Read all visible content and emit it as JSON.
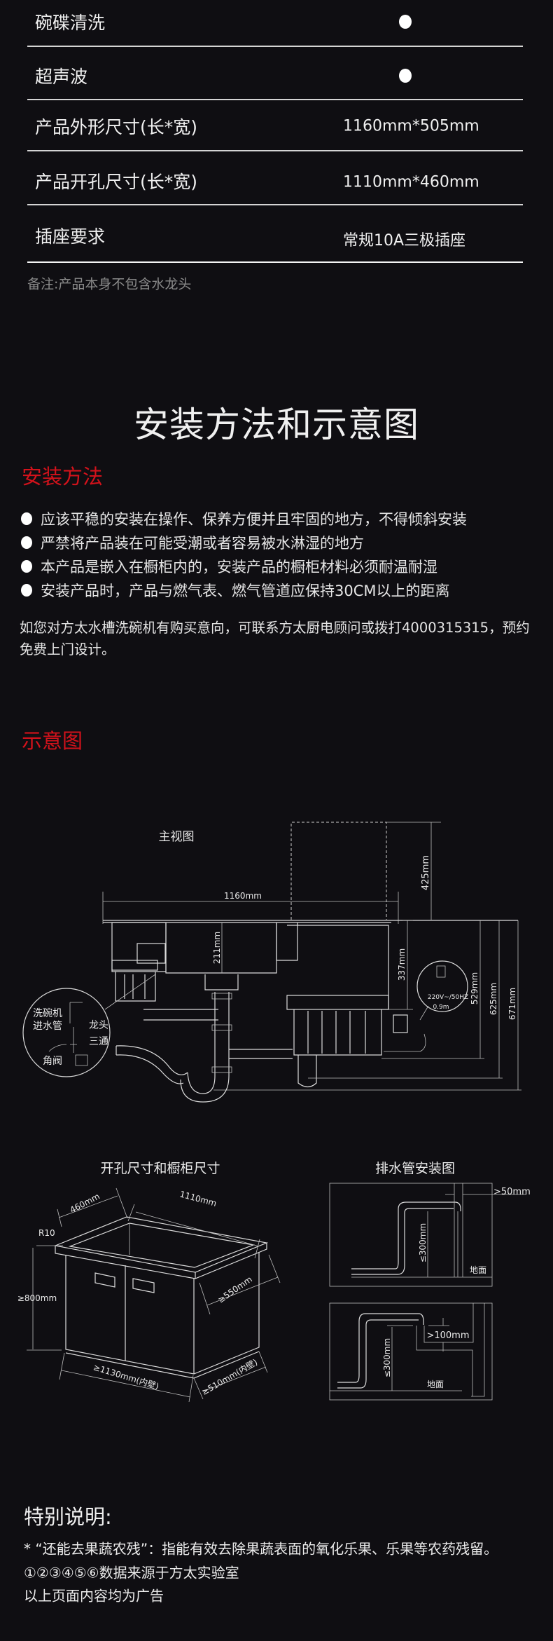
{
  "spec_table": {
    "rows": [
      {
        "label": "碗碟清洗",
        "value": "●"
      },
      {
        "label": "超声波",
        "value": "●"
      },
      {
        "label": "产品外形尺寸(长*宽)",
        "value": "1160mm*505mm"
      },
      {
        "label": "产品开孔尺寸(长*宽)",
        "value": "1110mm*460mm"
      },
      {
        "label": "插座要求",
        "value": "常规10A三极插座"
      }
    ],
    "note": "备注:产品本身不包含水龙头"
  },
  "install": {
    "title": "安装方法和示意图",
    "method_heading": "安装方法",
    "bullets": [
      "应该平稳的安装在操作、保养方便并且牢固的地方，不得倾斜安装",
      "严禁将产品装在可能受潮或者容易被水淋湿的地方",
      "本产品是嵌入在橱柜内的，安装产品的橱柜材料必须耐温耐湿",
      "安装产品时，产品与燃气表、燃气管道应保持30CM以上的距离"
    ],
    "contact_text": "如您对方太水槽洗碗机有购买意向，可联系方太厨电顾问或拨打4000315315，预约免费上门设计。",
    "diagram_heading": "示意图"
  },
  "front_view": {
    "title": "主视图",
    "width_label": "1160mm",
    "top_clearance_label": "425mm",
    "sink_depth_label": "211mm",
    "machine_depth_label": "337mm",
    "dim_529": "529mm",
    "dim_625": "625mm",
    "dim_671": "671mm",
    "power_label": "220V~/50HZ",
    "cord_label": "0.9m",
    "callouts": {
      "inlet_line1": "洗碗机",
      "inlet_line2": "进水管",
      "faucet": "龙头",
      "tee": "三通",
      "angle_valve": "角阀"
    }
  },
  "cabinet_view": {
    "title": "开孔尺寸和橱柜尺寸",
    "depth_label": "460mm",
    "length_label": "1110mm",
    "radius_label": "R10",
    "height_label": "≥800mm",
    "side_depth_label": "≥550mm",
    "inner_width_label": "≥1130mm(内壁)",
    "inner_depth_label": "≥510mm(内壁)"
  },
  "drain_view": {
    "title": "排水管安装图",
    "top": {
      "gap_label": ">50mm",
      "height_label": "≤300mm",
      "floor_label": "地面"
    },
    "bottom": {
      "gap_label": ">100mm",
      "height_label": "≤300mm",
      "floor_label": "地面"
    }
  },
  "special": {
    "heading": "特别说明:",
    "lines": [
      "* “还能去果蔬农残”：指能有效去除果蔬表面的氧化乐果、乐果等农药残留。",
      "①②③④⑤⑥数据来源于方太实验室",
      "以上页面内容均为广告"
    ]
  },
  "colors": {
    "background": "#0f0e12",
    "accent_red": "#d3121b",
    "text": "#f0f0f0",
    "note_gray": "#8a8a8a"
  }
}
